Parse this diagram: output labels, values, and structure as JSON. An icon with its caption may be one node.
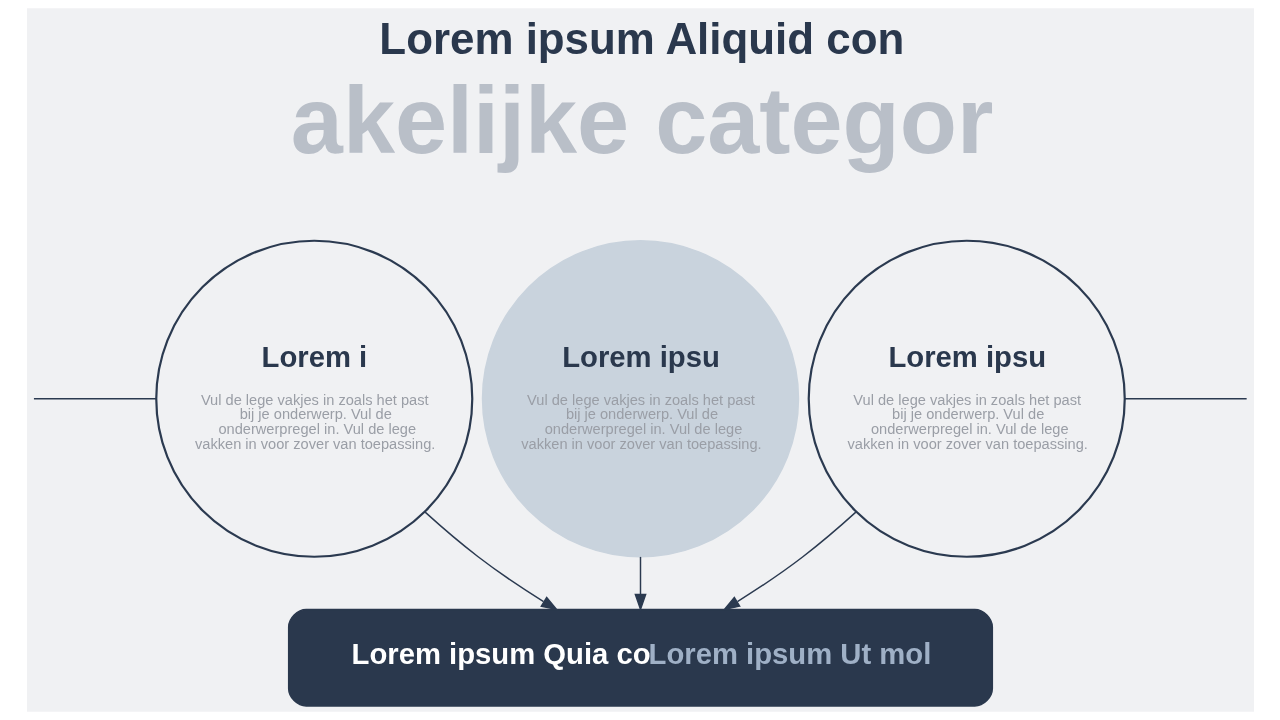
{
  "diagram": {
    "title": "Lorem ipsum Aliquid con",
    "nodes": [
      {
        "text": [
          "Lorem i",
          "Vul de lege vakjes in zoals het past bij je onderwerp. Vul de onderwerpregel in. Vul de lege vakken in voor zover van toepassing."
        ]
      },
      {
        "text": [
          "Lorem ipsu",
          "Vul de lege vakjes in zoals het past bij je onderwerp. Vul de onderwerpregel in. Vul de lege vakken in voor zover van toepassing."
        ]
      },
      {
        "text": [
          "Lorem ipsu",
          "Vul de lege vakjes in zoals het past bij je onderwerp. Vul de onderwerpregel in. Vul de lege vakken in voor zover van toepassing."
        ]
      },
      {
        "text": [
          "Lorem ipsum Quia co",
          "Lorem ipsum Ut mol"
        ]
      }
    ],
    "edges": [
      {
        "from": null,
        "to": 0,
        "arrow": "none"
      },
      {
        "from": 2,
        "to": null,
        "arrow": "none"
      },
      {
        "from": 0,
        "to": 3,
        "arrow": "to"
      },
      {
        "from": 1,
        "to": 3,
        "arrow": "to"
      },
      {
        "from": 2,
        "to": 3,
        "arrow": "to"
      }
    ],
    "labels": [
      "akelijke categor"
    ]
  }
}
